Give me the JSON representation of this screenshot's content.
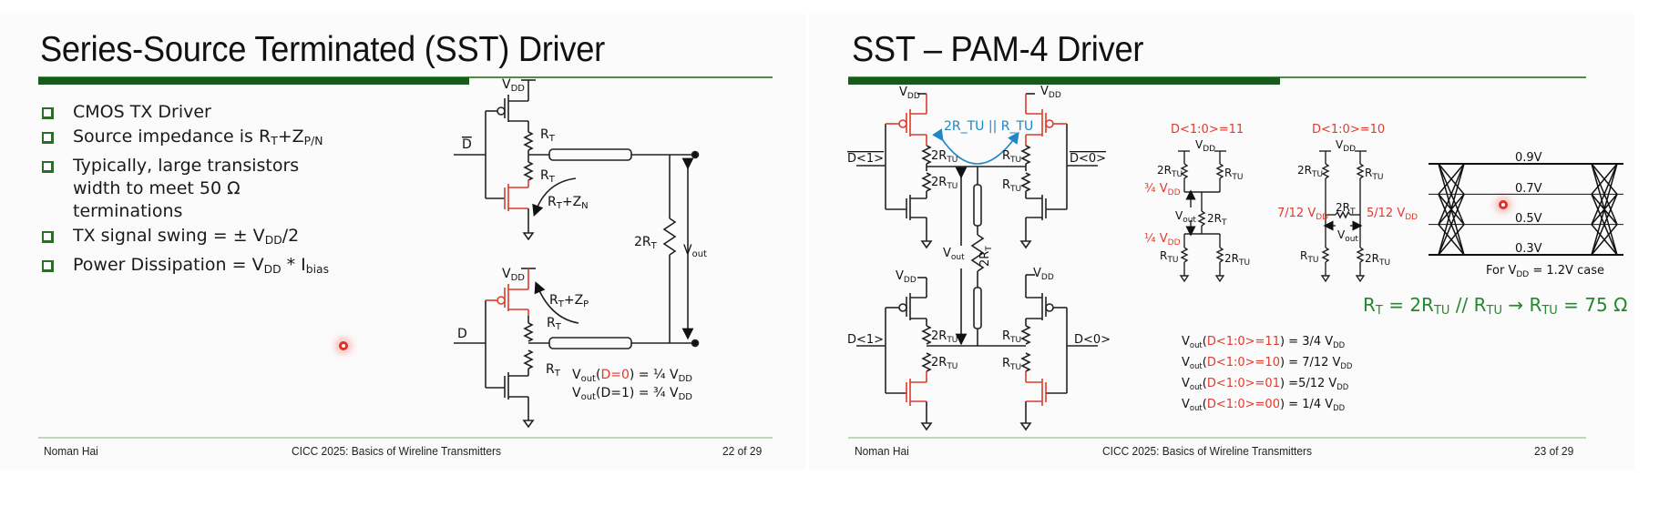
{
  "slides": [
    {
      "title": "Series-Source Terminated (SST) Driver",
      "bullets": [
        {
          "parts": [
            "CMOS TX Driver"
          ]
        },
        {
          "text": "Source impedance is R",
          "sub1": "T",
          "mid": "+Z",
          "sub2": "P/N"
        },
        {
          "lines": [
            "Typically, large transistors",
            "width to meet 50 Ω",
            "terminations"
          ]
        },
        {
          "text": "TX signal swing = ± V",
          "sub1": "DD",
          "tail": "/2"
        },
        {
          "text": "Power Dissipation = V",
          "sub1": "DD",
          "mid": " * I",
          "sub2": "bias"
        }
      ],
      "diagram": {
        "labels": {
          "vdd": "V",
          "vdd_sub": "DD",
          "dbar": "D",
          "d": "D",
          "rt": "R",
          "rt_sub": "T",
          "rt_zn": "R",
          "rt_zn_sub1": "T",
          "rt_zn_mid": "+Z",
          "rt_zn_sub2": "N",
          "rt_zp": "R",
          "rt_zp_sub1": "T",
          "rt_zp_mid": "+Z",
          "rt_zp_sub2": "P",
          "two_rt": "2R",
          "two_rt_sub": "T",
          "vout": "V",
          "vout_sub": "out"
        },
        "equations": [
          {
            "lhs": "V",
            "lhs_sub": "out",
            "open": "(",
            "cond": "D=0",
            "cond_color": "red",
            "close": ") = ¼ V",
            "rhs_sub": "DD"
          },
          {
            "lhs": "V",
            "lhs_sub": "out",
            "open": "(",
            "cond": "D=1",
            "cond_color": "black",
            "close": ") = ¾  V",
            "rhs_sub": "DD"
          }
        ]
      },
      "footer": {
        "author": "Noman Hai",
        "event": "CICC 2025: Basics of Wireline Transmitters",
        "page": "22 of 29"
      }
    },
    {
      "title": "SST – PAM-4 Driver",
      "diagram": {
        "inputs": [
          "D<1>",
          "D<0>",
          "D<1>",
          "D<0>"
        ],
        "inputs_inverted": [
          true,
          true,
          false,
          false
        ],
        "resistor_labels": {
          "two_rtu": "2R",
          "rtu": "R",
          "tu_sub": "TU",
          "two_rt": "2R",
          "t_sub": "T"
        },
        "parallel_label": "2R_TU || R_TU",
        "vout": "V",
        "vout_sub": "out",
        "vdd": "V",
        "vdd_sub": "DD"
      },
      "equivalents": [
        {
          "code": "D<1:0>=11",
          "top_left": "2R_TU",
          "top_right": "R_TU",
          "node_top": "¾ V_DD",
          "middle": "2R_T",
          "node_bottom": "¼ V_DD",
          "bottom_left": "R_TU",
          "bottom_right": "2R_TU"
        },
        {
          "code": "D<1:0>=10",
          "top_left": "2R_TU",
          "top_right": "R_TU",
          "node_left": "7/12 V_DD",
          "middle": "2R_T",
          "node_right": "5/12 V_DD",
          "bottom_left": "R_TU",
          "bottom_right": "2R_TU"
        }
      ],
      "eye": {
        "levels": [
          "0.9V",
          "0.7V",
          "0.5V",
          "0.3V"
        ],
        "caption_pre": "For V",
        "caption_sub": "DD",
        "caption_post": " = 1.2V case"
      },
      "formula": {
        "a": "R",
        "a_sub": "T",
        "b": " = 2R",
        "b_sub": "TU",
        "c": " // R",
        "c_sub": "TU",
        "d": " → R",
        "d_sub": "TU",
        "e": " = 75 Ω"
      },
      "equations": [
        {
          "lhs": "V",
          "lhs_sub": "out",
          "cond": "D<1:0>=11",
          "rhs": ") = 3/4 V",
          "rhs_sub": "DD"
        },
        {
          "lhs": "V",
          "lhs_sub": "out",
          "cond": "D<1:0>=10",
          "rhs": ") = 7/12 V",
          "rhs_sub": "DD"
        },
        {
          "lhs": "V",
          "lhs_sub": "out",
          "cond": "D<1:0>=01",
          "rhs": ") =5/12 V",
          "rhs_sub": "DD"
        },
        {
          "lhs": "V",
          "lhs_sub": "out",
          "cond": "D<1:0>=00",
          "rhs": ") = 1/4 V",
          "rhs_sub": "DD"
        }
      ],
      "footer": {
        "author": "Noman Hai",
        "event": "CICC 2025: Basics of Wireline Transmitters",
        "page": "23 of 29"
      }
    }
  ],
  "colors": {
    "accent_green": "#185a1c",
    "thin_green": "#4e8f45",
    "highlight_red": "#e03a2a",
    "annotation_blue": "#1f86c7",
    "formula_green": "#23882f"
  }
}
